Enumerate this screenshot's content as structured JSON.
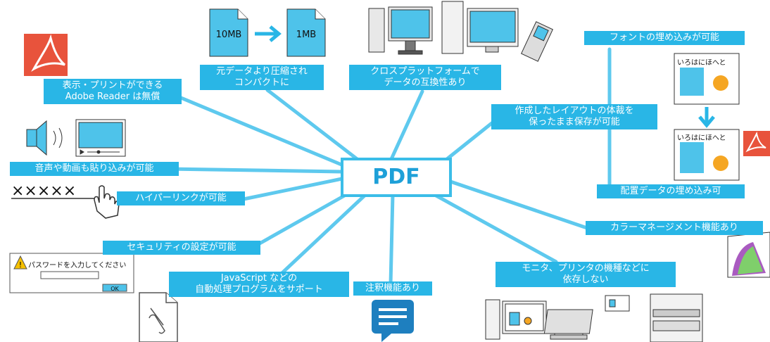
{
  "center": "PDF",
  "colors": {
    "accent": "#29b6e6",
    "line": "#5ec9ee",
    "text": "#ffffff",
    "acrobat_red": "#e8533c"
  },
  "nodes": {
    "adobe_reader": [
      "表示・プリントができる",
      "Adobe Reader は無償"
    ],
    "compression": [
      "元データより圧縮され",
      "コンパクトに"
    ],
    "cross_platform": [
      "クロスプラットフォームで",
      "データの互換性あり"
    ],
    "font_embed": "フォントの埋め込みが可能",
    "layout_keep": [
      "作成したレイアウトの体裁を",
      "保ったまま保存が可能"
    ],
    "placed_data": "配置データの埋め込み可",
    "media": "音声や動画も貼り込みが可能",
    "hyperlink": "ハイパーリンクが可能",
    "security": "セキュリティの設定が可能",
    "javascript": [
      "JavaScript などの",
      "自動処理プログラムをサポート"
    ],
    "annotation": "注釈機能あり",
    "device_indep": [
      "モニタ、プリンタの機種などに",
      "依存しない"
    ],
    "color_mgmt": "カラーマネージメント機能あり"
  },
  "illustrations": {
    "file_before": "10MB",
    "file_after": "1MB",
    "sample_text": "いろはにほへと",
    "link_text": "×××××",
    "dialog_message": "パスワードを入力してください",
    "dialog_ok": "OK"
  },
  "icons": [
    "acrobat-icon",
    "speaker-icon",
    "video-player-icon",
    "hand-cursor-icon",
    "warning-icon",
    "script-file-icon",
    "comment-icon",
    "desktop-computer-icon",
    "laptop-icon",
    "mobile-phone-icon",
    "printer-icon",
    "color-gamut-icon",
    "arrow-right-icon",
    "arrow-down-icon"
  ]
}
